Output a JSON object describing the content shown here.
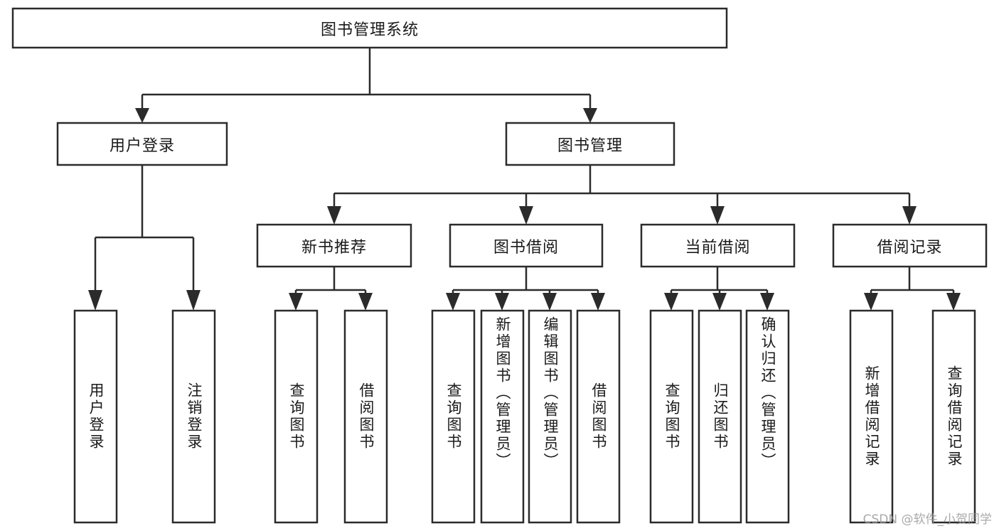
{
  "diagram": {
    "type": "tree-hierarchy",
    "title": "图书管理系统",
    "watermark": "CSDN @软件_小贺同学",
    "colors": {
      "box_stroke": "#2b2b2b",
      "box_fill": "#ffffff",
      "text": "#1a1a1a",
      "background": "#ffffff",
      "watermark": "#9b9b9b"
    },
    "root": {
      "label": "图书管理系统"
    },
    "level2": [
      {
        "label": "用户登录"
      },
      {
        "label": "图书管理"
      }
    ],
    "level3": [
      {
        "label": "新书推荐"
      },
      {
        "label": "图书借阅"
      },
      {
        "label": "当前借阅"
      },
      {
        "label": "借阅记录"
      }
    ],
    "leaves": {
      "user_login": [
        {
          "label": "用户登录"
        },
        {
          "label": "注销登录"
        }
      ],
      "new_book_recommend": [
        {
          "label": "查询图书"
        },
        {
          "label": "借阅图书"
        }
      ],
      "book_borrow": [
        {
          "label": "查询图书"
        },
        {
          "label": "新增图书（管理员）"
        },
        {
          "label": "编辑图书（管理员）"
        },
        {
          "label": "借阅图书"
        }
      ],
      "current_borrow": [
        {
          "label": "查询图书"
        },
        {
          "label": "归还图书"
        },
        {
          "label": "确认归还（管理员）"
        }
      ],
      "borrow_record": [
        {
          "label": "新增借阅记录"
        },
        {
          "label": "查询借阅记录"
        }
      ]
    }
  }
}
